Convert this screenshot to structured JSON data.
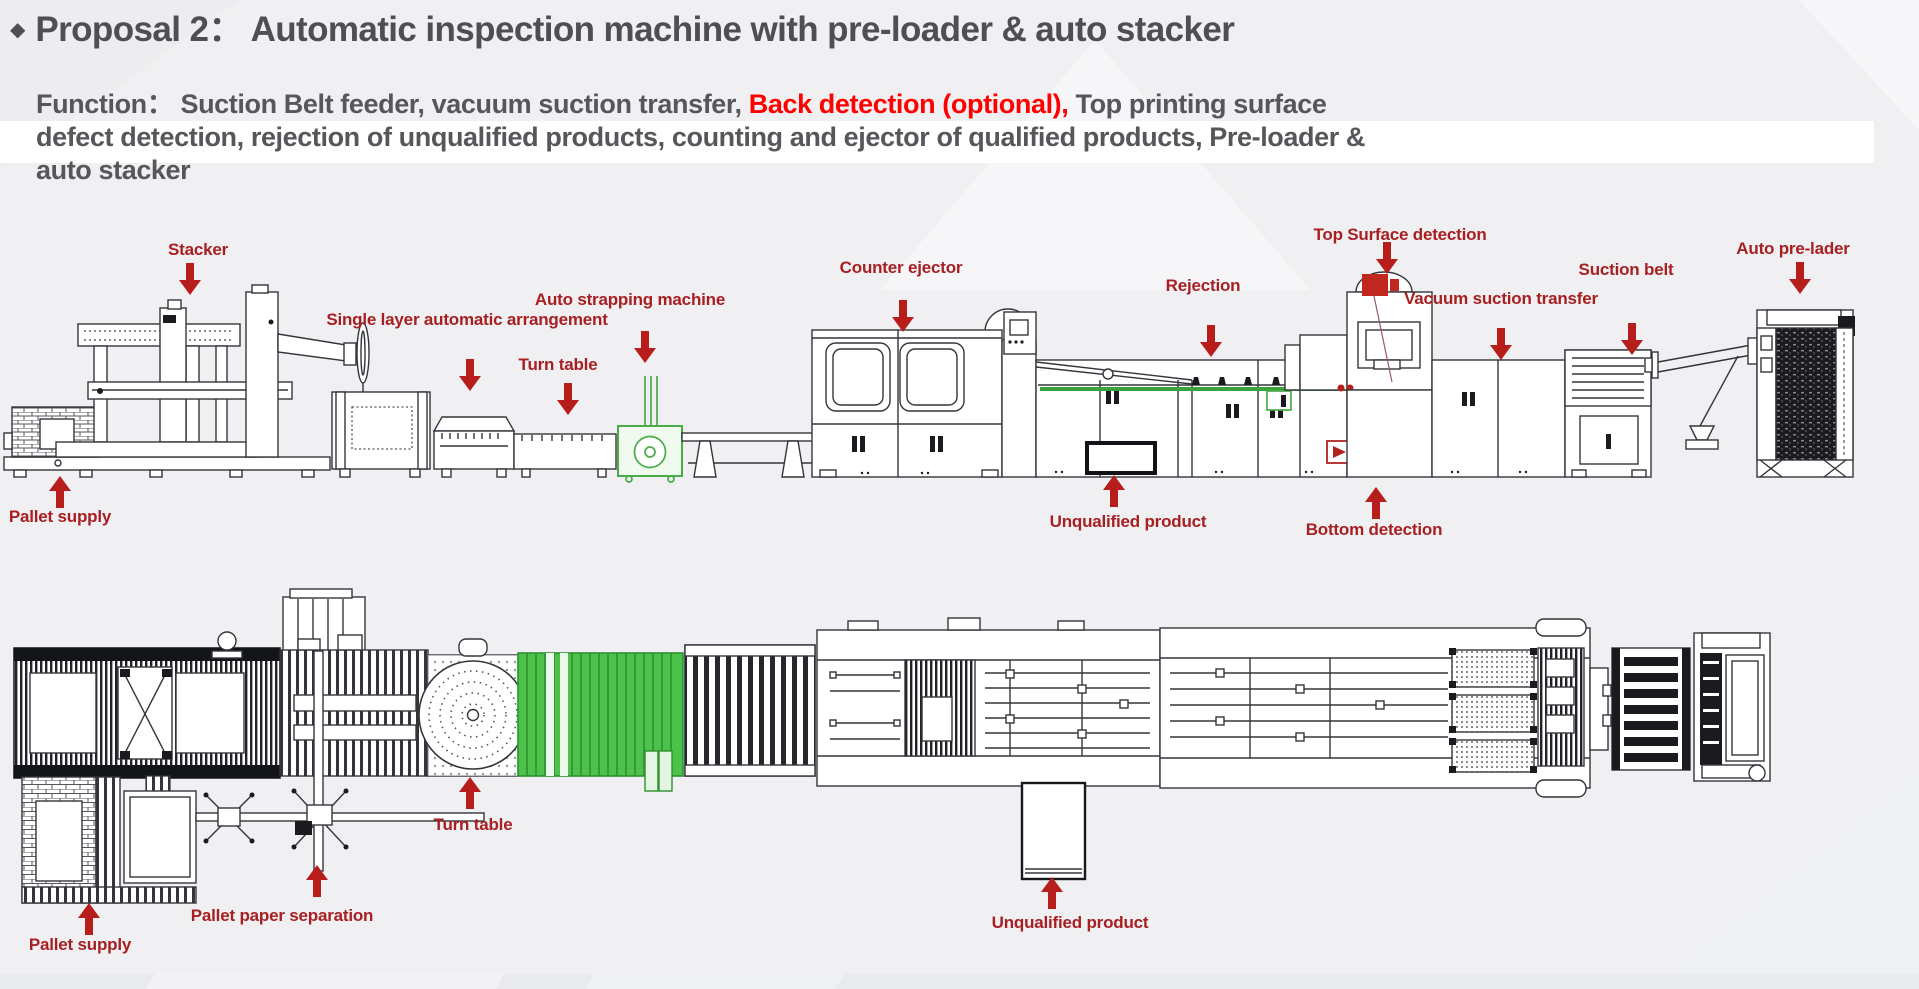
{
  "slide": {
    "bullet_glyph": "◆",
    "title": "Proposal 2：  Automatic inspection machine with pre-loader & auto stacker",
    "function_lines": [
      {
        "gray1": "Function：  Suction Belt feeder, vacuum suction transfer, ",
        "red": "Back detection (optional),",
        "gray2": " Top printing surface"
      },
      {
        "gray1": "defect detection, rejection of unqualified products, counting and ejector of qualified products, Pre-loader &",
        "red": "",
        "gray2": ""
      },
      {
        "gray1": "auto stacker",
        "red": "",
        "gray2": ""
      }
    ]
  },
  "colors": {
    "background": "#f0f0f2",
    "title_gray": "#4e4f53",
    "body_gray": "#56575b",
    "accent_red": "#fe0000",
    "label_dark_red": "#a81f22",
    "arrow_red": "#b71d1a",
    "machine_line": "#34353b",
    "machine_green": "#49ac49",
    "green_block": "#4cc24b"
  },
  "side_view": {
    "description": "Side elevation of inspection line",
    "labels": [
      {
        "id": "stacker",
        "text": "Stacker"
      },
      {
        "id": "single-layer",
        "text": "Single layer automatic arrangement"
      },
      {
        "id": "auto-strapping",
        "text": "Auto strapping machine"
      },
      {
        "id": "turn-table",
        "text": "Turn table"
      },
      {
        "id": "counter-ejector",
        "text": "Counter ejector"
      },
      {
        "id": "rejection",
        "text": "Rejection"
      },
      {
        "id": "top-surface-detection",
        "text": "Top Surface detection"
      },
      {
        "id": "vacuum-suction-transfer",
        "text": "Vacuum suction transfer"
      },
      {
        "id": "suction-belt",
        "text": "Suction belt"
      },
      {
        "id": "auto-pre-lader",
        "text": "Auto pre-lader"
      },
      {
        "id": "pallet-supply",
        "text": "Pallet supply"
      },
      {
        "id": "unqualified-product",
        "text": "Unqualified product"
      },
      {
        "id": "bottom-detection",
        "text": "Bottom detection"
      }
    ]
  },
  "top_view": {
    "description": "Plan view of inspection line",
    "labels": [
      {
        "id": "turn-table-top",
        "text": "Turn table"
      },
      {
        "id": "pallet-paper-separation",
        "text": "Pallet paper separation"
      },
      {
        "id": "pallet-supply-top",
        "text": "Pallet supply"
      },
      {
        "id": "unqualified-product-top",
        "text": "Unqualified product"
      }
    ]
  }
}
